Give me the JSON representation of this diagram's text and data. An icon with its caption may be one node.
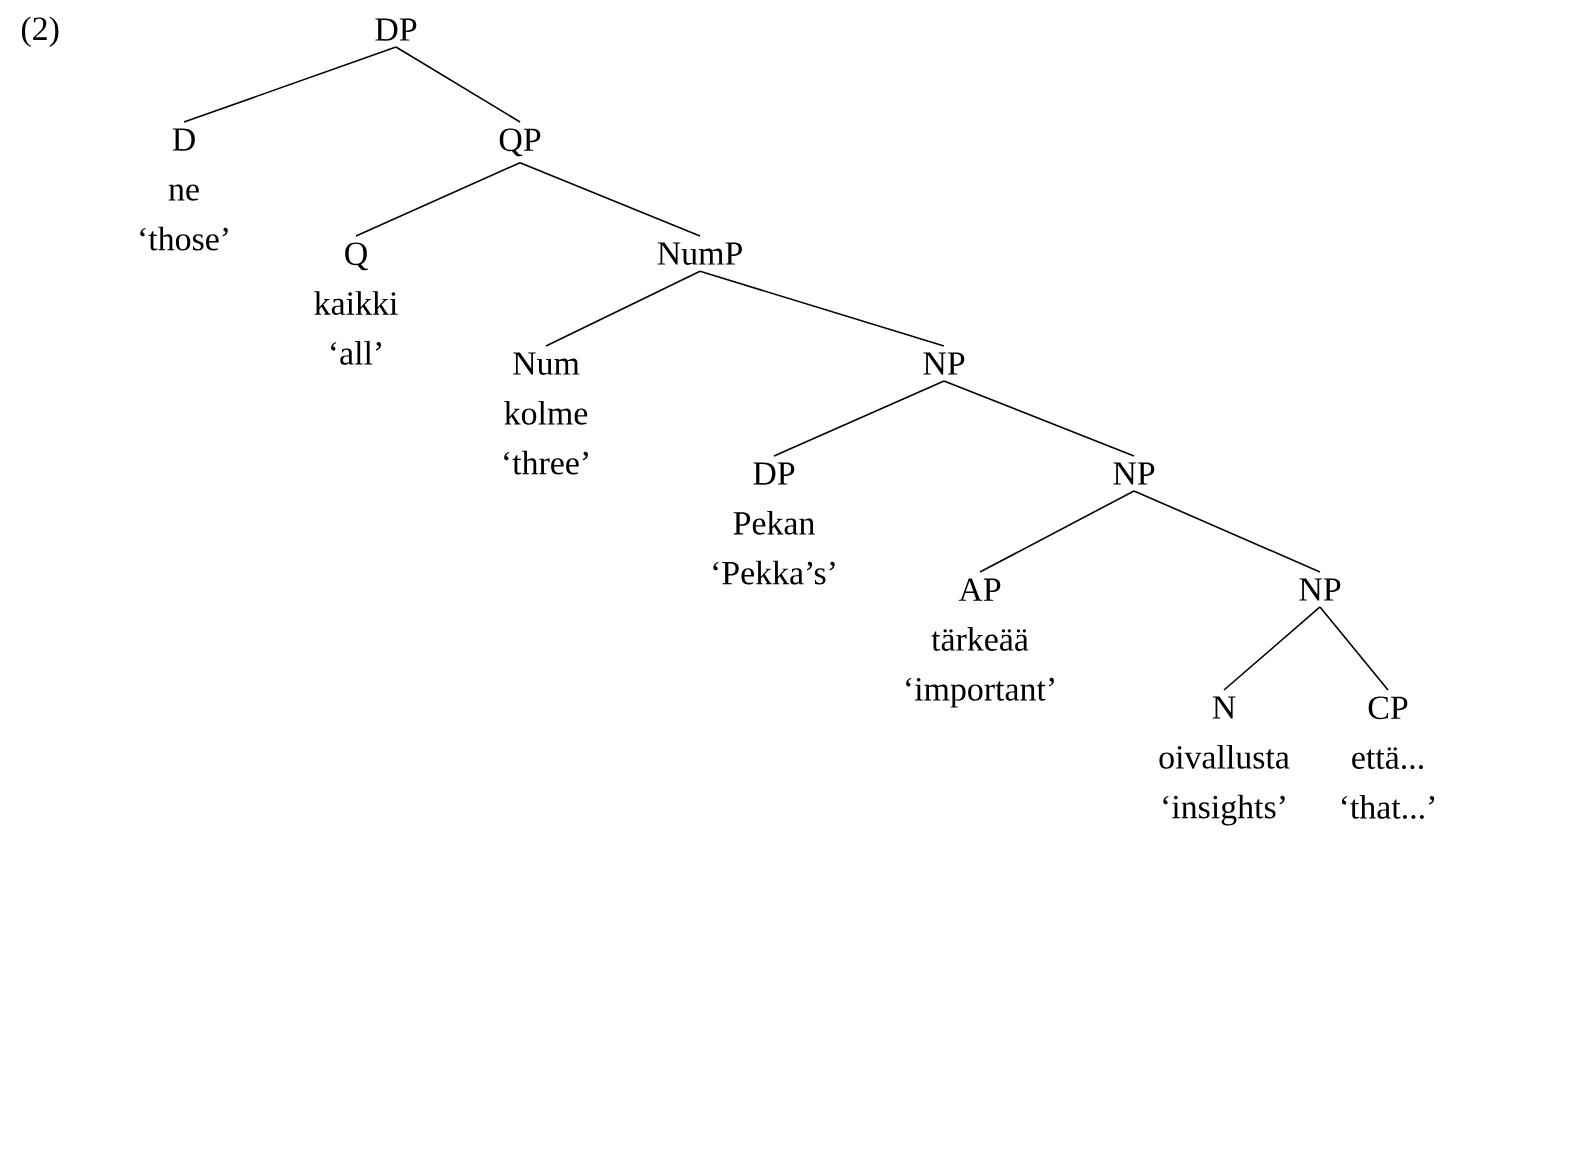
{
  "diagram": {
    "nodes": [
      {
        "text": [
          "DP"
        ]
      },
      {
        "text": [
          "D",
          "ne",
          "‘those’"
        ]
      },
      {
        "text": [
          "QP"
        ]
      },
      {
        "text": [
          "Q",
          "kaikki",
          "‘all’"
        ]
      },
      {
        "text": [
          "NumP"
        ]
      },
      {
        "text": [
          "Num",
          "kolme",
          "‘three’"
        ]
      },
      {
        "text": [
          "NP"
        ]
      },
      {
        "text": [
          "DP",
          "Pekan",
          "‘Pekka’s’"
        ]
      },
      {
        "text": [
          "NP"
        ]
      },
      {
        "text": [
          "AP",
          "tärkeää",
          "‘important’"
        ]
      },
      {
        "text": [
          "NP"
        ]
      },
      {
        "text": [
          "N",
          "oivallusta",
          "‘insights’"
        ]
      },
      {
        "text": [
          "CP",
          "että...",
          "‘that...’"
        ]
      }
    ],
    "edges": [
      {
        "from": 0,
        "to": 1,
        "arrow": "none"
      },
      {
        "from": 0,
        "to": 2,
        "arrow": "none"
      },
      {
        "from": 2,
        "to": 3,
        "arrow": "none"
      },
      {
        "from": 2,
        "to": 4,
        "arrow": "none"
      },
      {
        "from": 4,
        "to": 5,
        "arrow": "none"
      },
      {
        "from": 4,
        "to": 6,
        "arrow": "none"
      },
      {
        "from": 6,
        "to": 7,
        "arrow": "none"
      },
      {
        "from": 6,
        "to": 8,
        "arrow": "none"
      },
      {
        "from": 8,
        "to": 9,
        "arrow": "none"
      },
      {
        "from": 8,
        "to": 10,
        "arrow": "none"
      },
      {
        "from": 10,
        "to": 11,
        "arrow": "none"
      },
      {
        "from": 10,
        "to": 12,
        "arrow": "none"
      }
    ],
    "labels": [
      "(2)"
    ]
  }
}
